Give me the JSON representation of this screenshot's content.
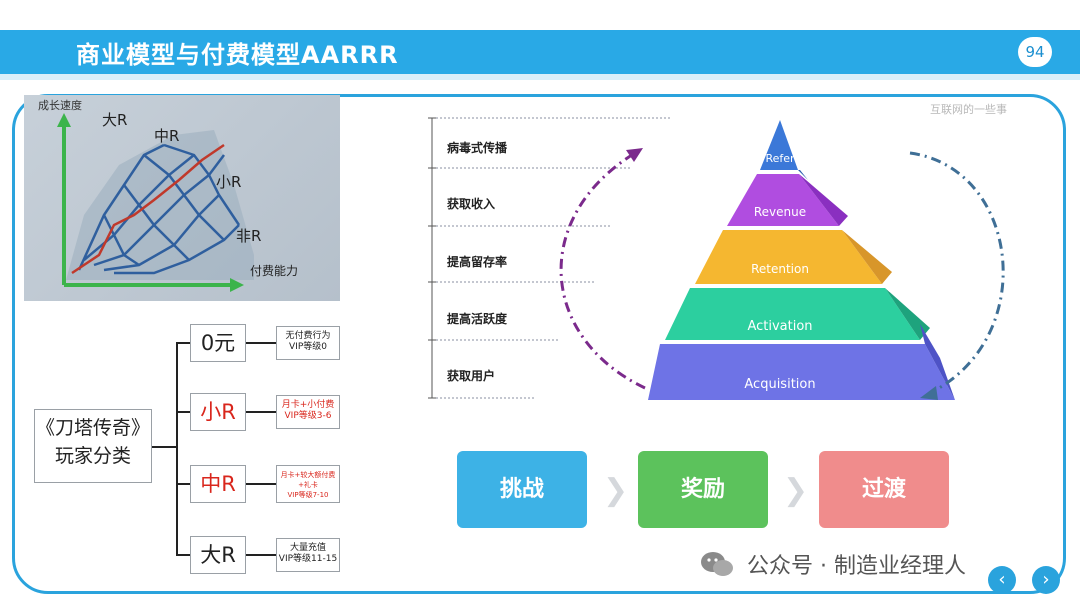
{
  "slide": {
    "title": "商业模型与付费模型AARRR",
    "page_number": "94"
  },
  "growth_chart": {
    "ylabel": "成长速度",
    "xlabel": "付费能力",
    "labels": [
      "大R",
      "中R",
      "小R",
      "非R"
    ]
  },
  "player_tree": {
    "root": "《刀塔传奇》玩家分类",
    "root_line1": "《刀塔传奇》",
    "root_line2": "玩家分类",
    "categories": [
      {
        "label": "0元",
        "color": "#222222",
        "desc1": "无付费行为",
        "desc2": "VIP等级0",
        "desc_color": "#222222"
      },
      {
        "label": "小R",
        "color": "#d9261c",
        "desc1": "月卡+小付费",
        "desc2": "VIP等级3-6",
        "desc_color": "#d9261c"
      },
      {
        "label": "中R",
        "color": "#d9261c",
        "desc1": "月卡+较大额付费+礼卡",
        "desc2": "VIP等级7-10",
        "desc_color": "#d9261c"
      },
      {
        "label": "大R",
        "color": "#222222",
        "desc1": "大量充值",
        "desc2": "VIP等级11-15",
        "desc_color": "#222222"
      }
    ]
  },
  "watermark": "互联网的一些事",
  "aarrr": {
    "stages": [
      "病毒式传播",
      "获取收入",
      "提高留存率",
      "提高活跃度",
      "获取用户"
    ],
    "pyramid": [
      {
        "label": "Refer",
        "color": "#3b78d8"
      },
      {
        "label": "Revenue",
        "color": "#b04de0"
      },
      {
        "label": "Retention",
        "color": "#f5b730"
      },
      {
        "label": "Activation",
        "color": "#2ccf9f"
      },
      {
        "label": "Acquisition",
        "color": "#6e73e6"
      }
    ]
  },
  "flow": [
    {
      "label": "挑战",
      "color": "#3db2e6"
    },
    {
      "label": "奖励",
      "color": "#5cc25c"
    },
    {
      "label": "过渡",
      "color": "#f08c8c"
    }
  ],
  "footer": {
    "wechat_text": "公众号 · 制造业经理人"
  }
}
